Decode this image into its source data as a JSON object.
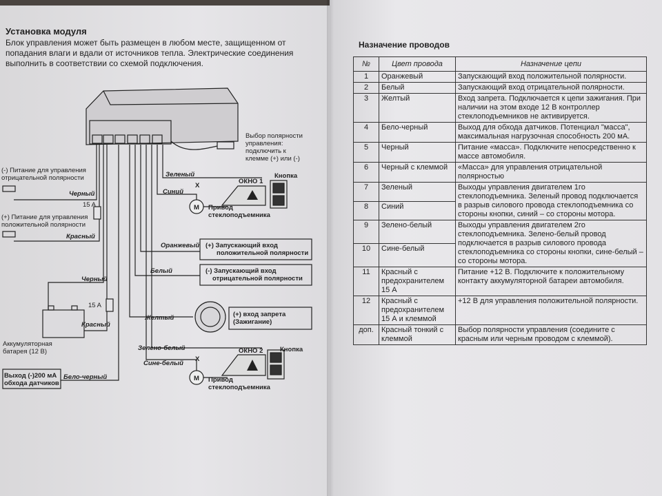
{
  "left": {
    "title": "Установка модуля",
    "paragraph": "Блок управления может быть размещен в любом месте, защищенном от попадания влаги и вдали от источников тепла. Электрические соединения выполнить в соответствии со схемой подключения.",
    "diagram": {
      "polarity_note": [
        "Выбор полярности",
        "управления:",
        "подключить к",
        "клемме (+) или (-)"
      ],
      "neg_supply": [
        "(-) Питание для управления",
        "отрицательной полярности"
      ],
      "pos_supply": [
        "(+) Питание для управления",
        "положительной полярности"
      ],
      "wire_black": "Черный",
      "wire_red": "Красный",
      "wire_black2": "Черный",
      "wire_red2": "Красный",
      "fuse1": "15 A",
      "fuse2": "15 A",
      "battery": [
        "Аккумуляторная",
        "батарея (12 В)"
      ],
      "sensor_bypass": [
        "Выход (-)200 мА",
        "обхода датчиков"
      ],
      "wire_white_black": "Бело-черный",
      "wire_green": "Зеленый",
      "wire_blue": "Синий",
      "window1": "ОКНО 1",
      "button1": "Кнопка",
      "motor1": [
        "Привод",
        "стеклоподъемника"
      ],
      "wire_orange": "Оранжевый",
      "orange_box": [
        "(+) Запускающий вход",
        "положительной полярности"
      ],
      "wire_white": "Белый",
      "white_box": [
        "(-) Запускающий вход",
        "отрицательной полярности"
      ],
      "wire_yellow": "Желтый",
      "yellow_box": [
        "(+) вход запрета",
        "(Зажигание)"
      ],
      "wire_green_white": "Зелено-белый",
      "wire_blue_white": "Сине-белый",
      "window2": "ОКНО 2",
      "button2": "Кнопка",
      "motor2": [
        "Привод",
        "стеклоподъемника"
      ],
      "x_mark": "X",
      "motor_letter": "M"
    }
  },
  "right": {
    "title": "Назначение проводов",
    "headers": [
      "№",
      "Цвет провода",
      "Назначение цепи"
    ],
    "rows": [
      {
        "num": "1",
        "color": "Оранжевый",
        "function": "Запускающий вход положительной полярности."
      },
      {
        "num": "2",
        "color": "Белый",
        "function": "Запускающий вход отрицательной полярности."
      },
      {
        "num": "3",
        "color": "Желтый",
        "function": "Вход запрета. Подключается к цепи зажигания. При наличии на этом входе 12 В контроллер стеклоподъемников не активируется."
      },
      {
        "num": "4",
        "color": "Бело-черный",
        "function": "Выход для обхода датчиков. Потенциал \"масса\", максимальная нагрузочная способность 200 мА."
      },
      {
        "num": "5",
        "color": "Черный",
        "function": "Питание «масса». Подключите непосредственно к массе автомобиля."
      },
      {
        "num": "6",
        "color": "Черный с клеммой",
        "function": "«Масса» для управления отрицательной полярностью"
      },
      {
        "num": "7",
        "color": "Зеленый",
        "function": "Выходы управления двигателем 1го стеклоподъемника. Зеленый провод подключается в разрыв силового провода стеклоподъемника со стороны кнопки, синий – со стороны мотора."
      },
      {
        "num": "8",
        "color": "Синий",
        "function": ""
      },
      {
        "num": "9",
        "color": "Зелено-белый",
        "function": "Выходы управления двигателем 2го стеклоподъемника. Зелено-белый провод подключается в разрыв силового провода стеклоподъемника со стороны кнопки, сине-белый – со стороны мотора."
      },
      {
        "num": "10",
        "color": "Сине-белый",
        "function": ""
      },
      {
        "num": "11",
        "color": "Красный с предохранителем 15 А",
        "function": "Питание +12 В. Подключите к положительному контакту аккумуляторной батареи автомобиля."
      },
      {
        "num": "12",
        "color": "Красный с предохранителем 15 А и клеммой",
        "function": "+12 В для управления положительной полярности."
      },
      {
        "num": "доп.",
        "color": "Красный тонкий с клеммой",
        "function": "Выбор полярности управления (соедините с красным или черным проводом с клеммой)."
      }
    ]
  }
}
